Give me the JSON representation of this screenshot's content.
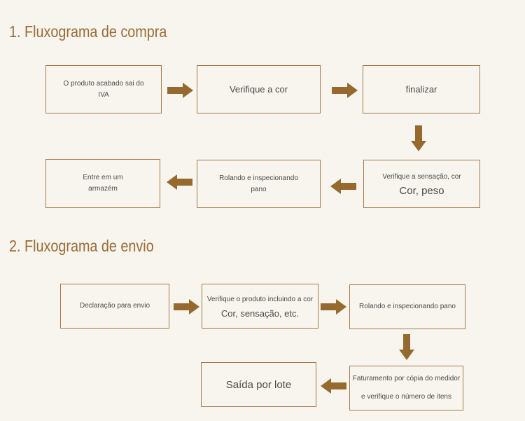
{
  "colors": {
    "accent": "#9a6b35",
    "arrow": "#966a2e",
    "box_border": "#a7784a",
    "text": "#4a4a4a",
    "background": "#f7f5ee"
  },
  "section1": {
    "title": "1. Fluxograma de compra",
    "boxes": {
      "b1": {
        "line1": "O produto acabado sai do",
        "line2": "IVA"
      },
      "b2": {
        "text": "Verifique a cor"
      },
      "b3": {
        "text": "finalizar"
      },
      "b4": {
        "line1": "Verifique a sensação, cor",
        "line2": "Cor, peso"
      },
      "b5": {
        "line1": "Rolando e inspecionando",
        "line2": "pano"
      },
      "b6": {
        "line1": "Entre em um",
        "line2": "armazém"
      }
    }
  },
  "section2": {
    "title": "2. Fluxograma de envio",
    "boxes": {
      "b1": {
        "text": "Declaração para envio"
      },
      "b2": {
        "line1": "Verifique o produto incluindo a cor",
        "line2": "Cor, sensação, etc."
      },
      "b3": {
        "text": "Rolando e inspecionando pano"
      },
      "b4": {
        "line1": "Faturamento por cópia do medidor",
        "line2": "e verifique o número de itens"
      },
      "b5": {
        "text": "Saída por lote"
      }
    }
  }
}
